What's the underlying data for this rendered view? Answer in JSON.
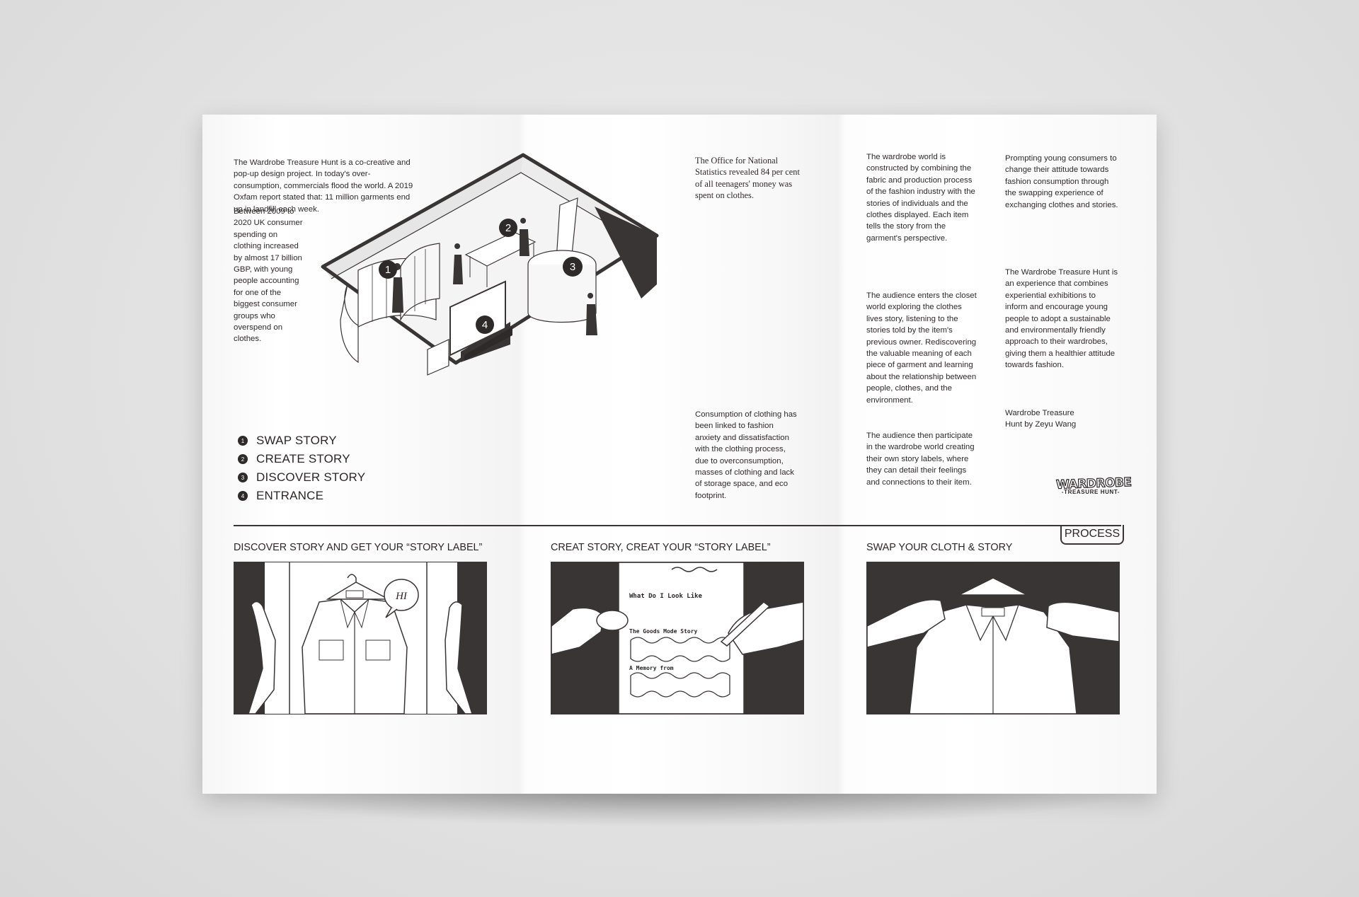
{
  "left_text": {
    "intro": "The Wardrobe Treasure Hunt is a co-creative and pop-up design project. In today's over-consumption, commercials flood the world. A 2019 Oxfam report stated that: 11 million garments end up in landfill each week.",
    "spending": "Between 2009 to 2020 UK consumer spending on clothing increased by almost 17 billion GBP, with young people accounting for one of the biggest consumer groups who overspend on clothes."
  },
  "center_text": {
    "office": "The Office for National Statistics revealed 84 per cent of all teenagers' money was spent on clothes.",
    "consumption": "Consumption of clothing has been linked to fashion anxiety and dissatisfaction with the clothing process, due to overconsumption, masses of clothing and lack of storage space, and eco footprint."
  },
  "floorplan_markers": [
    "1",
    "2",
    "3",
    "4"
  ],
  "legend": [
    {
      "num": "1",
      "label": "SWAP STORY"
    },
    {
      "num": "2",
      "label": "CREATE STORY"
    },
    {
      "num": "3",
      "label": "DISCOVER STORY"
    },
    {
      "num": "4",
      "label": "ENTRANCE"
    }
  ],
  "right_col1": {
    "p1": "The wardrobe world is constructed by combining the fabric and production process of the fashion industry with the stories of individuals and the clothes displayed. Each item tells the story from the garment's perspective.",
    "p2": "The audience enters the closet world exploring the clothes lives story, listening to the stories told by the item's previous owner. Rediscovering the valuable meaning of each piece of garment and learning about the relationship between people, clothes, and the environment.",
    "p3": "The audience then participate in the wardrobe world creating their own story labels, where they can detail their feelings and connections to their item."
  },
  "right_col2": {
    "p1": "Prompting young consumers to change their attitude towards fashion consumption through the swapping experience of exchanging clothes and stories.",
    "p2": "The Wardrobe Treasure Hunt is an experience that combines experiential exhibitions to inform and encourage young people to adopt a sustainable and environmentally friendly approach to their wardrobes, giving them a healthier attitude towards fashion.",
    "credit": "Wardrobe Treasure Hunt by Zeyu Wang"
  },
  "logo": {
    "main": "WARDROBE",
    "sub": "-TREASURE HUNT-"
  },
  "process_label": "PROCESS",
  "panels": [
    {
      "title": "DISCOVER STORY AND GET YOUR “STORY LABEL”",
      "speech": "HI"
    },
    {
      "title": "CREAT STORY, CREAT YOUR “STORY LABEL”",
      "card_line1": "What Do I Look Like",
      "card_line2": "The Goods Mode Story",
      "card_line3": "A Memory from"
    },
    {
      "title": "SWAP YOUR CLOTH & STORY"
    }
  ]
}
